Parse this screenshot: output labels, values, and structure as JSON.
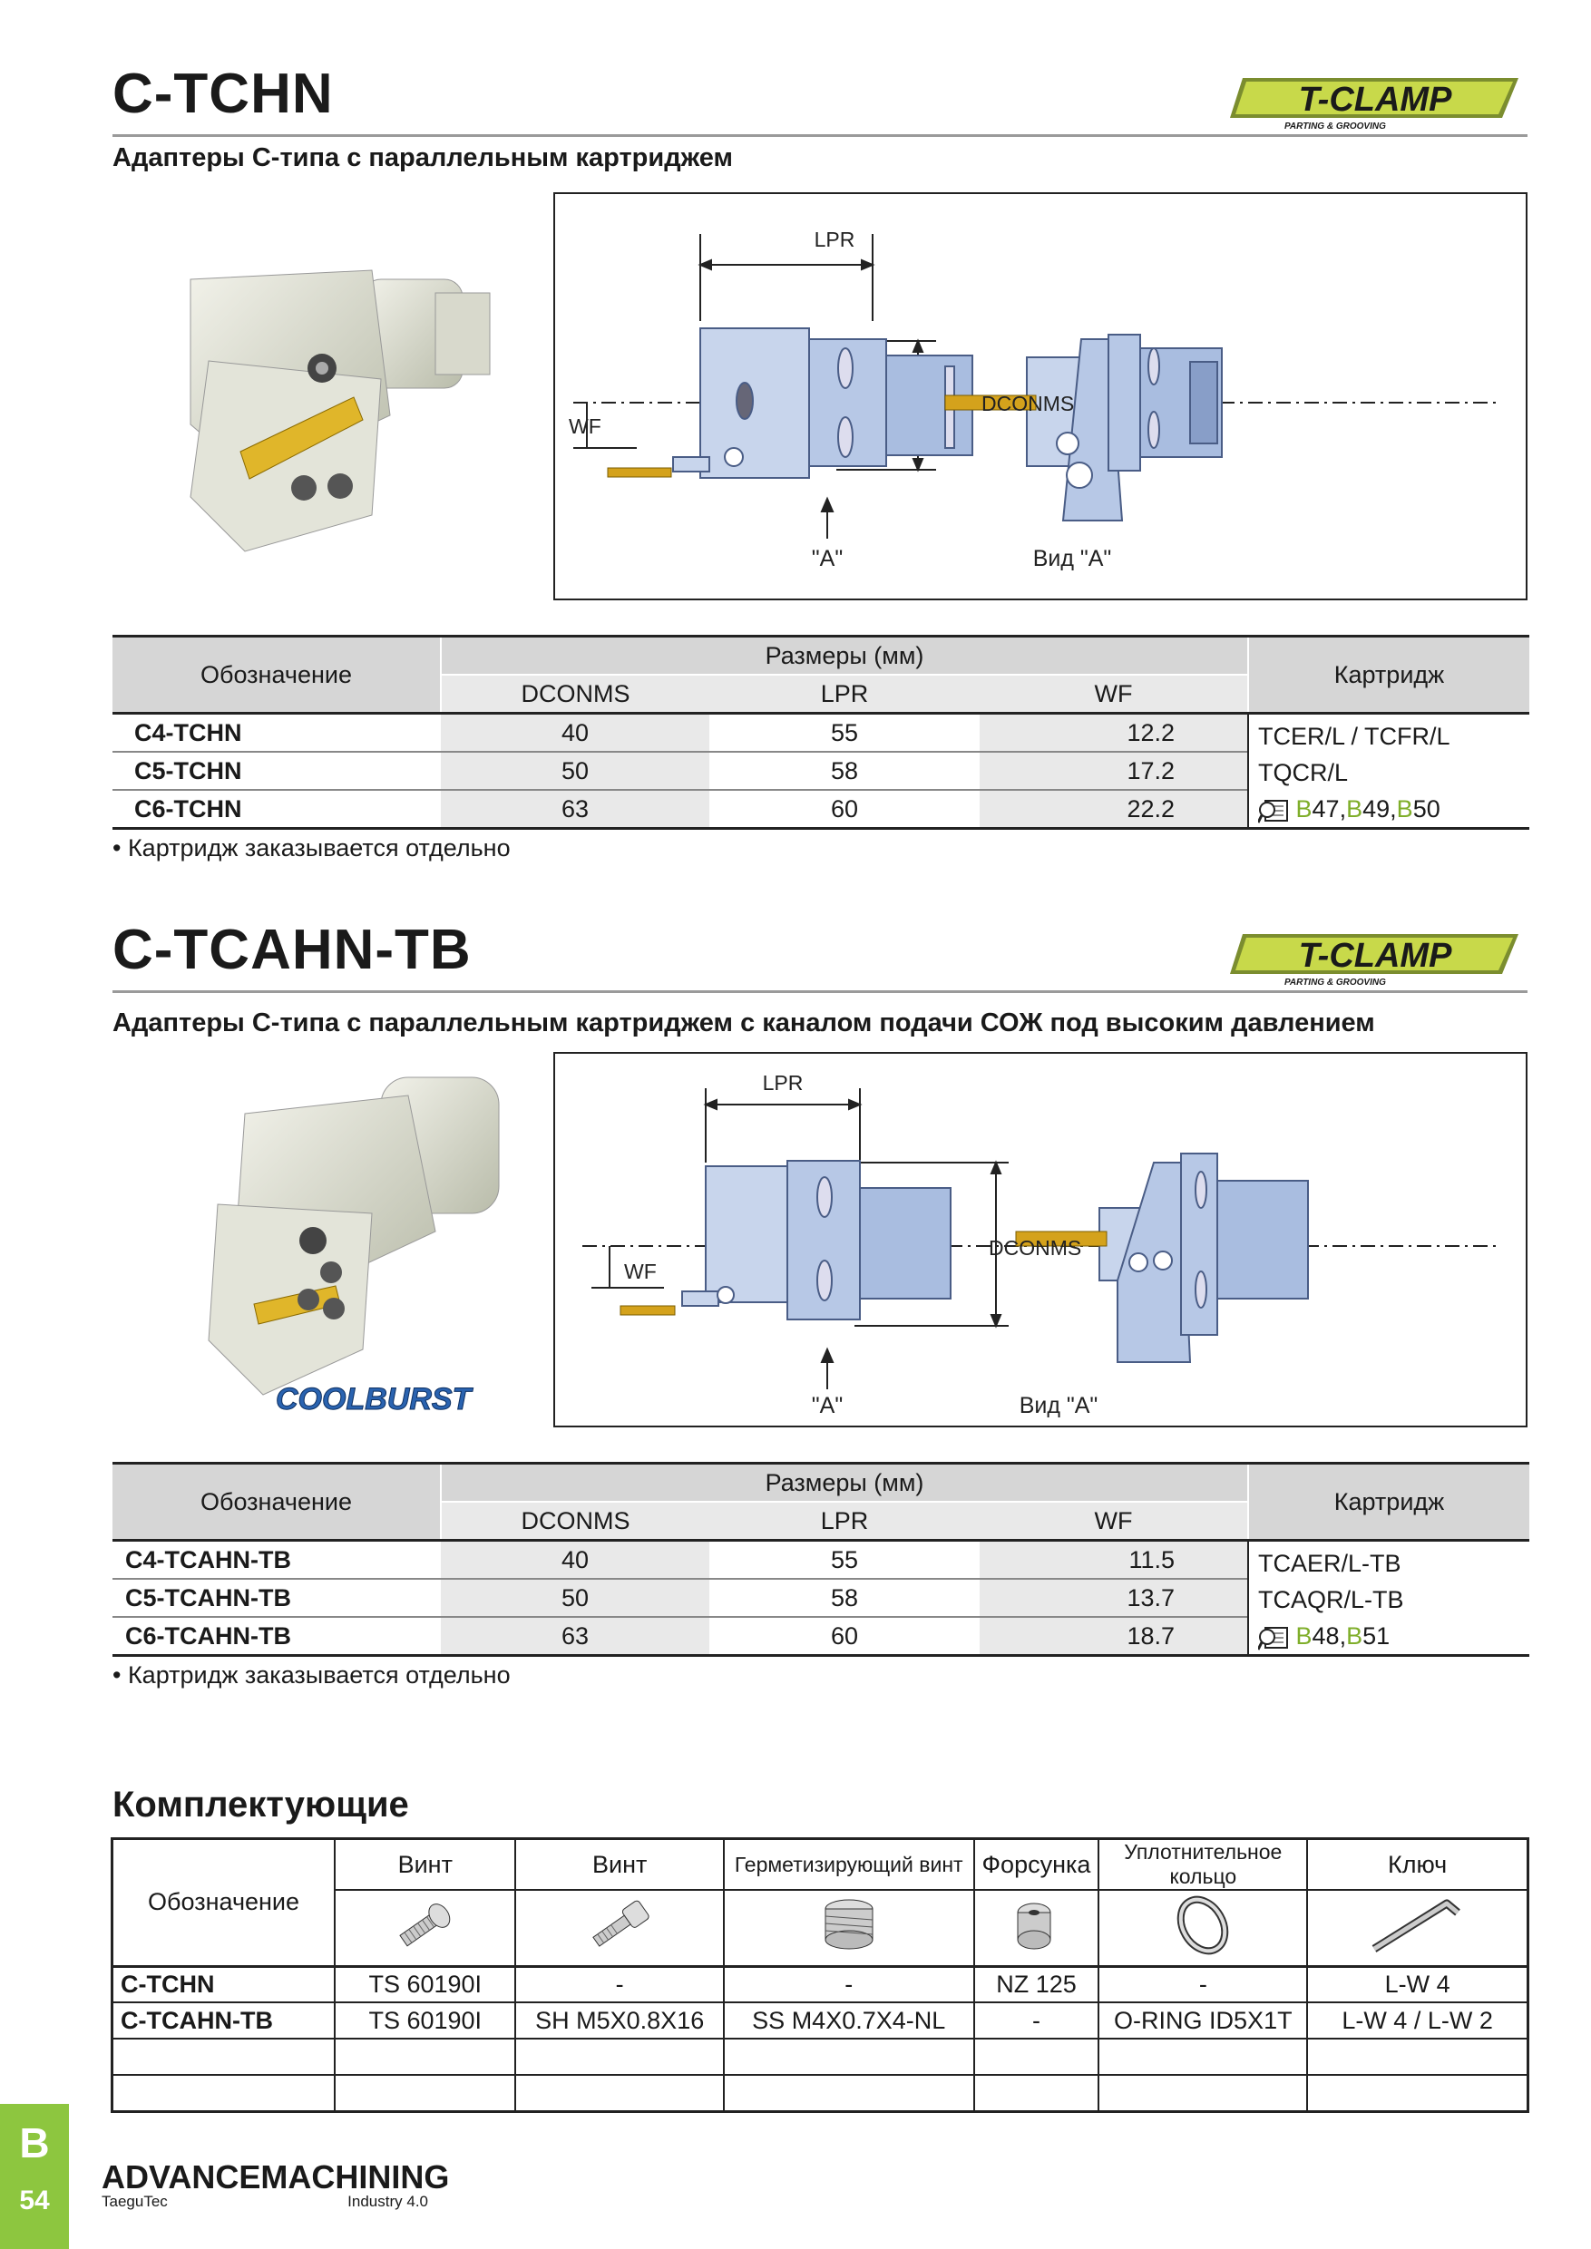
{
  "section1": {
    "title": "C-TCHN",
    "subtitle": "Адаптеры С-типа с параллельным картриджем",
    "logo_main": "T-CLAMP",
    "logo_sub": "PARTING & GROOVING",
    "drawing": {
      "lpr": "LPR",
      "wf": "WF",
      "dconms": "DCONMS",
      "view_marker": "\"A\"",
      "view_caption": "Вид \"A\""
    },
    "table": {
      "col_designation": "Обозначение",
      "col_dims": "Размеры (мм)",
      "col_dconms": "DCONMS",
      "col_lpr": "LPR",
      "col_wf": "WF",
      "col_cartridge": "Картридж",
      "rows": [
        {
          "name": "C4-TCHN",
          "dconms": "40",
          "lpr": "55",
          "wf": "12.2"
        },
        {
          "name": "C5-TCHN",
          "dconms": "50",
          "lpr": "58",
          "wf": "17.2"
        },
        {
          "name": "C6-TCHN",
          "dconms": "63",
          "lpr": "60",
          "wf": "22.2"
        }
      ],
      "cartridge_line1": "TCER/L / TCFR/L",
      "cartridge_line2": "TQCR/L",
      "refs": [
        {
          "letter": "B",
          "num": "47"
        },
        {
          "letter": "B",
          "num": "49"
        },
        {
          "letter": "B",
          "num": "50"
        }
      ]
    },
    "note": "• Картридж заказывается отдельно"
  },
  "section2": {
    "title": "C-TCAHN-TB",
    "subtitle": "Адаптеры С-типа с параллельным картриджем с каналом подачи СОЖ под высоким давлением",
    "logo_main": "T-CLAMP",
    "logo_sub": "PARTING & GROOVING",
    "coolburst": "COOLBURST",
    "drawing": {
      "lpr": "LPR",
      "wf": "WF",
      "dconms": "DCONMS",
      "view_marker": "\"A\"",
      "view_caption": "Вид \"A\""
    },
    "table": {
      "col_designation": "Обозначение",
      "col_dims": "Размеры (мм)",
      "col_dconms": "DCONMS",
      "col_lpr": "LPR",
      "col_wf": "WF",
      "col_cartridge": "Картридж",
      "rows": [
        {
          "name": "C4-TCAHN-TB",
          "dconms": "40",
          "lpr": "55",
          "wf": "11.5"
        },
        {
          "name": "C5-TCAHN-TB",
          "dconms": "50",
          "lpr": "58",
          "wf": "13.7"
        },
        {
          "name": "C6-TCAHN-TB",
          "dconms": "63",
          "lpr": "60",
          "wf": "18.7"
        }
      ],
      "cartridge_line1": "TCAER/L-TB",
      "cartridge_line2": "TCAQR/L-TB",
      "refs": [
        {
          "letter": "B",
          "num": "48"
        },
        {
          "letter": "B",
          "num": "51"
        }
      ]
    },
    "note": "• Картридж заказывается отдельно"
  },
  "accessories": {
    "title": "Комплектующие",
    "col_designation": "Обозначение",
    "headers": [
      "Винт",
      "Винт",
      "Герметизирующий винт",
      "Форсунка",
      "Уплотнительное кольцо",
      "Ключ"
    ],
    "icons": [
      "screw-icon",
      "socket-screw-icon",
      "sealing-screw-icon",
      "nozzle-icon",
      "o-ring-icon",
      "hex-key-icon"
    ],
    "rows": [
      {
        "name": "C-TCHN",
        "cells": [
          "TS 60190I",
          "-",
          "-",
          "NZ 125",
          "-",
          "L-W 4"
        ]
      },
      {
        "name": "C-TCAHN-TB",
        "cells": [
          "TS 60190I",
          "SH M5X0.8X16",
          "SS M4X0.7X4-NL",
          "-",
          "O-RING ID5X1T",
          "L-W 4 / L-W 2"
        ]
      }
    ]
  },
  "footer": {
    "section_letter": "B",
    "page_number": "54",
    "brand": "ADVANCEMACHINING",
    "brand_left": "TaeguTec",
    "brand_right": "Industry 4.0"
  },
  "colors": {
    "accent_green": "#8dc63f",
    "ref_green": "#7fae2a",
    "tool_blue": "#9fb8e0",
    "header_gray": "#d6d6d6"
  }
}
